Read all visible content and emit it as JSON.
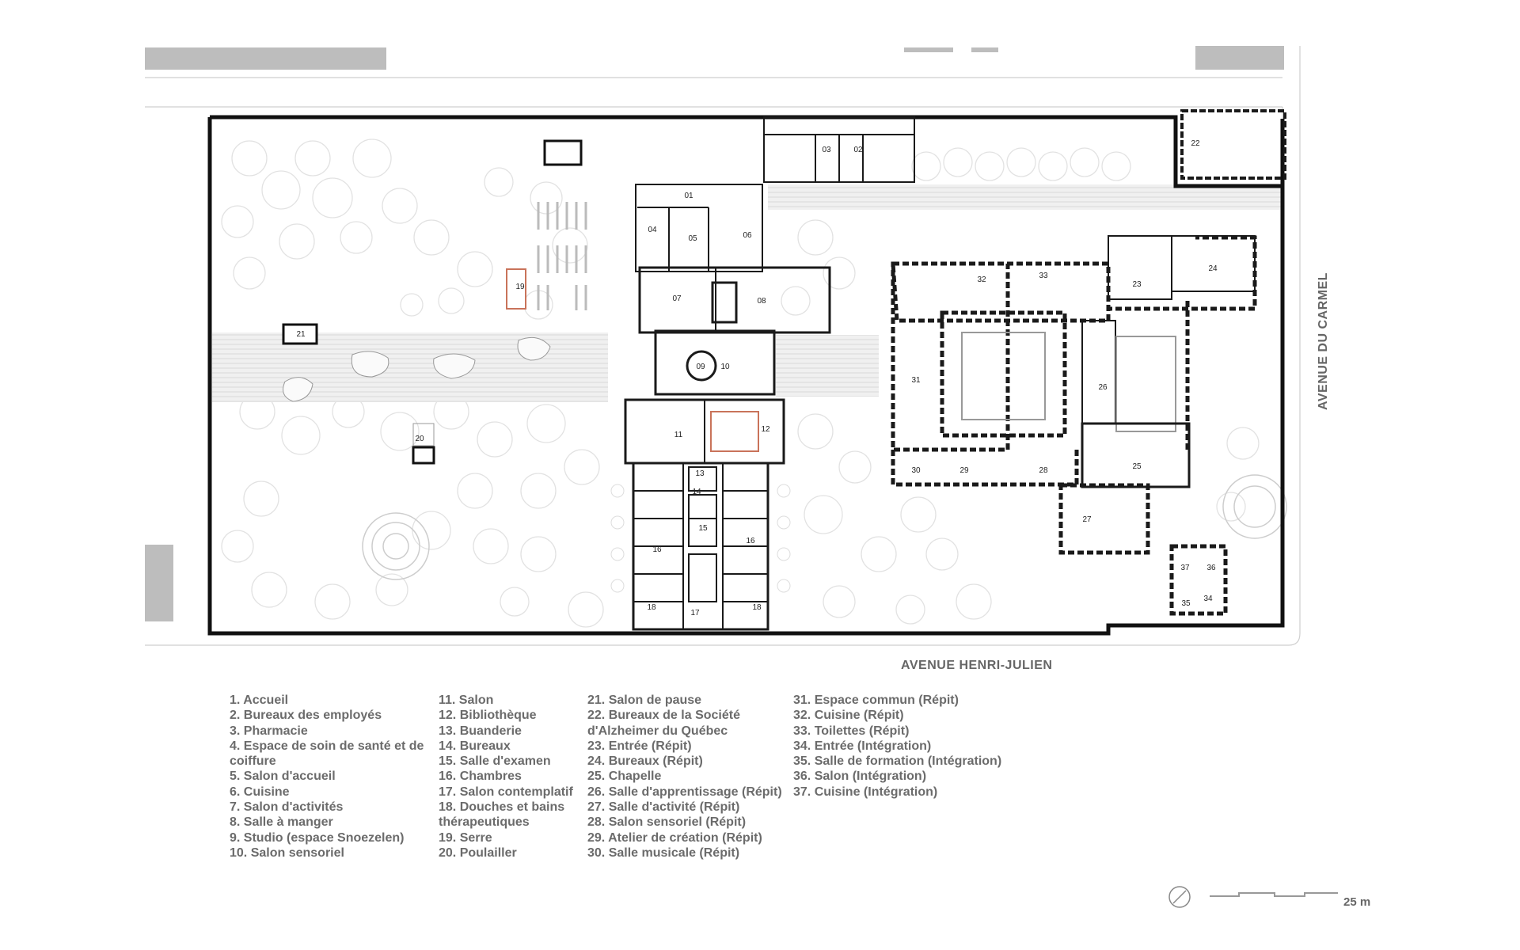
{
  "streets": {
    "south": "AVENUE HENRI-JULIEN",
    "east": "AVENUE DU CARMEL"
  },
  "scale": {
    "label": "25 m"
  },
  "icons": {
    "north_arrow": "north-arrow-icon",
    "trees": "tree-icon"
  },
  "colors": {
    "wall": "#1a1a1a",
    "legend_text": "#6b6b6b",
    "gray_block": "#bdbdbd",
    "path": "#eeeeee",
    "greenhouse": "#c9735a"
  },
  "room_labels": [
    "01",
    "02",
    "03",
    "04",
    "05",
    "06",
    "07",
    "08",
    "09",
    "10",
    "11",
    "12",
    "13",
    "14",
    "15",
    "16",
    "16",
    "17",
    "18",
    "18",
    "19",
    "20",
    "21",
    "22",
    "23",
    "24",
    "25",
    "26",
    "27",
    "28",
    "29",
    "30",
    "31",
    "32",
    "33",
    "34",
    "35",
    "36",
    "37"
  ],
  "legend": {
    "col1": [
      "1. Accueil",
      "2. Bureaux des employés",
      "3. Pharmacie",
      "4. Espace de soin de santé et de coiffure",
      "5. Salon d'accueil",
      "6. Cuisine",
      "7. Salon d'activités",
      "8. Salle à manger",
      "9. Studio (espace Snoezelen)",
      "10. Salon sensoriel"
    ],
    "col2": [
      "11. Salon",
      "12. Bibliothèque",
      "13. Buanderie",
      "14. Bureaux",
      "15. Salle d'examen",
      "16. Chambres",
      "17. Salon contemplatif",
      "18. Douches et bains thérapeutiques",
      "19. Serre",
      "20. Poulailler"
    ],
    "col3": [
      "21. Salon de pause",
      "22. Bureaux de la Société d'Alzheimer du Québec",
      "23. Entrée (Répit)",
      "24. Bureaux (Répit)",
      "25. Chapelle",
      "26. Salle d'apprentissage (Répit)",
      "27. Salle d'activité (Répit)",
      "28. Salon sensoriel (Répit)",
      "29. Atelier de création (Répit)",
      "30. Salle musicale (Répit)"
    ],
    "col4": [
      "31. Espace commun (Répit)",
      "32. Cuisine (Répit)",
      "33. Toilettes (Répit)",
      "34. Entrée (Intégration)",
      "35. Salle de formation (Intégration)",
      "36. Salon (Intégration)",
      "37. Cuisine (Intégration)"
    ]
  }
}
